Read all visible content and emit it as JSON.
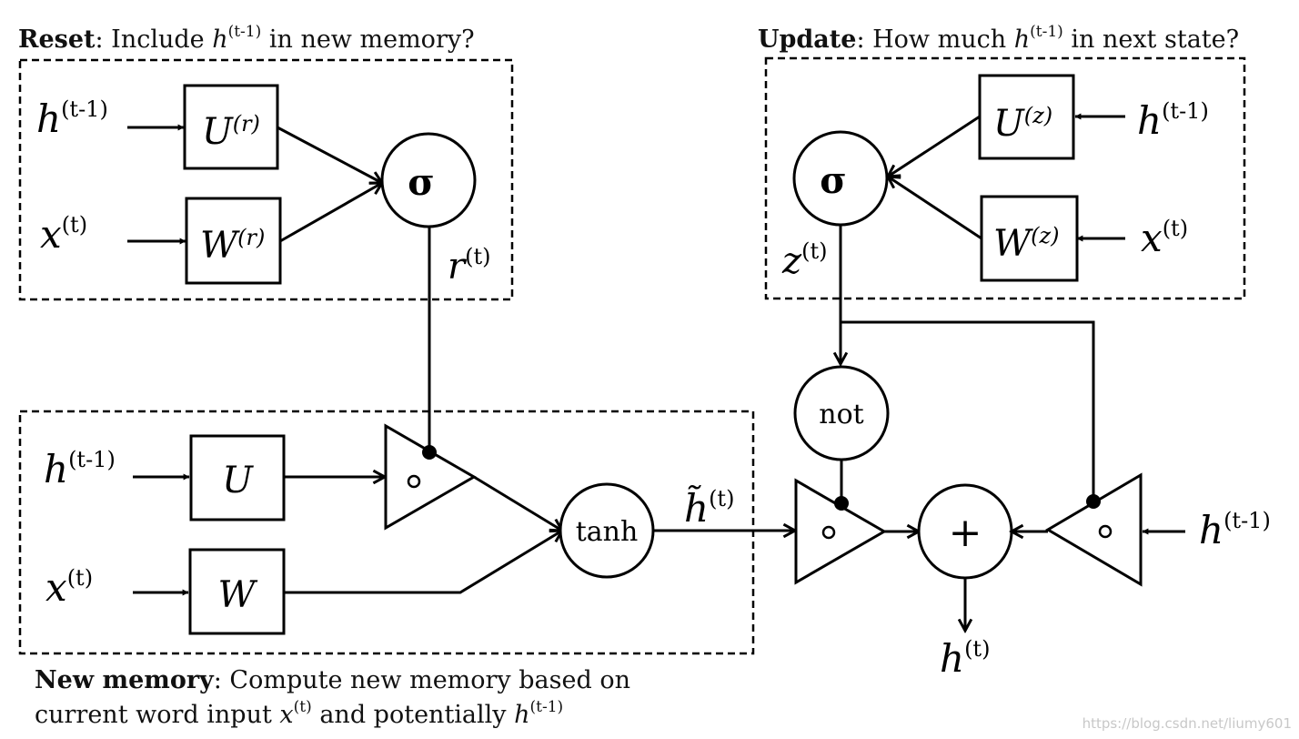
{
  "reset": {
    "title_bold": "Reset",
    "title_text": ": Include ",
    "title_end": " in new memory?",
    "h_prev": "h",
    "x_t": "x",
    "box_u": "U",
    "box_w": "W",
    "box_sup": "(r)",
    "sigma": "σ",
    "out": "r",
    "sup_t": "(t)",
    "sup_tm1": "(t-1)"
  },
  "update": {
    "title_bold": "Update",
    "title_text": ": How much ",
    "title_end": " in next state?",
    "h_prev": "h",
    "x_t": "x",
    "box_u": "U",
    "box_w": "W",
    "box_sup": "(z)",
    "sigma": "σ",
    "out": "z",
    "sup_t": "(t)",
    "sup_tm1": "(t-1)"
  },
  "new_memory": {
    "title_bold": "New memory",
    "title_text": ": Compute new memory based on",
    "line2_a": "current word input ",
    "line2_b": " and potentially ",
    "h_prev": "h",
    "x_t": "x",
    "box_u": "U",
    "box_w": "W",
    "tanh": "tanh",
    "h_tilde": "h̃",
    "sup_t": "(t)",
    "sup_tm1": "(t-1)"
  },
  "combine": {
    "not": "not",
    "plus": "+",
    "hadamard": "∘",
    "h_prev": "h",
    "h_out": "h",
    "sup_t": "(t)",
    "sup_tm1": "(t-1)"
  },
  "watermark": "https://blog.csdn.net/liumy601"
}
